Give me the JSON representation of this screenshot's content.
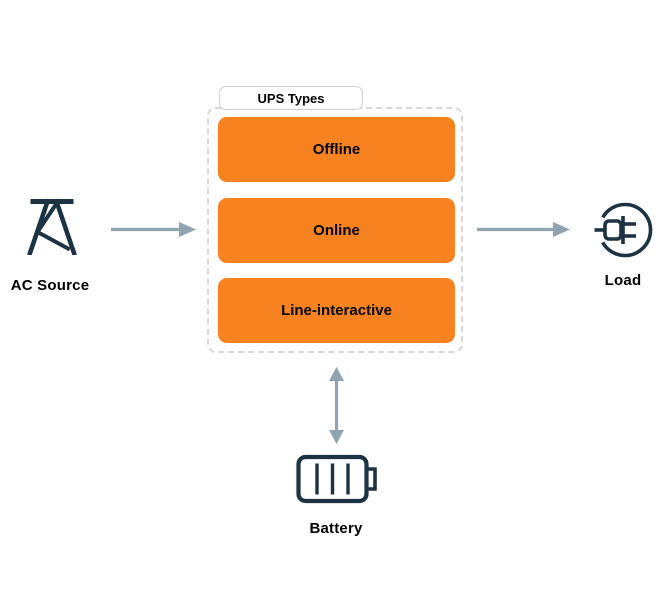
{
  "group": {
    "tab_label": "UPS Types"
  },
  "ups_types": [
    {
      "label": "Offline"
    },
    {
      "label": "Online"
    },
    {
      "label": "Line-interactive"
    }
  ],
  "nodes": {
    "ac_source": {
      "label": "AC Source",
      "icon": "transmission-tower-icon"
    },
    "load": {
      "label": "Load",
      "icon": "power-plug-icon"
    },
    "battery": {
      "label": "Battery",
      "icon": "battery-icon"
    }
  },
  "connections": [
    {
      "from": "ac_source",
      "to": "ups_group",
      "direction": "right"
    },
    {
      "from": "ups_group",
      "to": "load",
      "direction": "right"
    },
    {
      "from": "ups_group",
      "to": "battery",
      "direction": "both"
    }
  ],
  "colors": {
    "node_orange": "#f8821f",
    "icon_navy": "#1c3343",
    "arrow_gray": "#8fa3b1",
    "dashed_border": "#d8d8d8",
    "tab_border": "#d2d2d2",
    "label_text": "#000000",
    "background": "#ffffff"
  }
}
